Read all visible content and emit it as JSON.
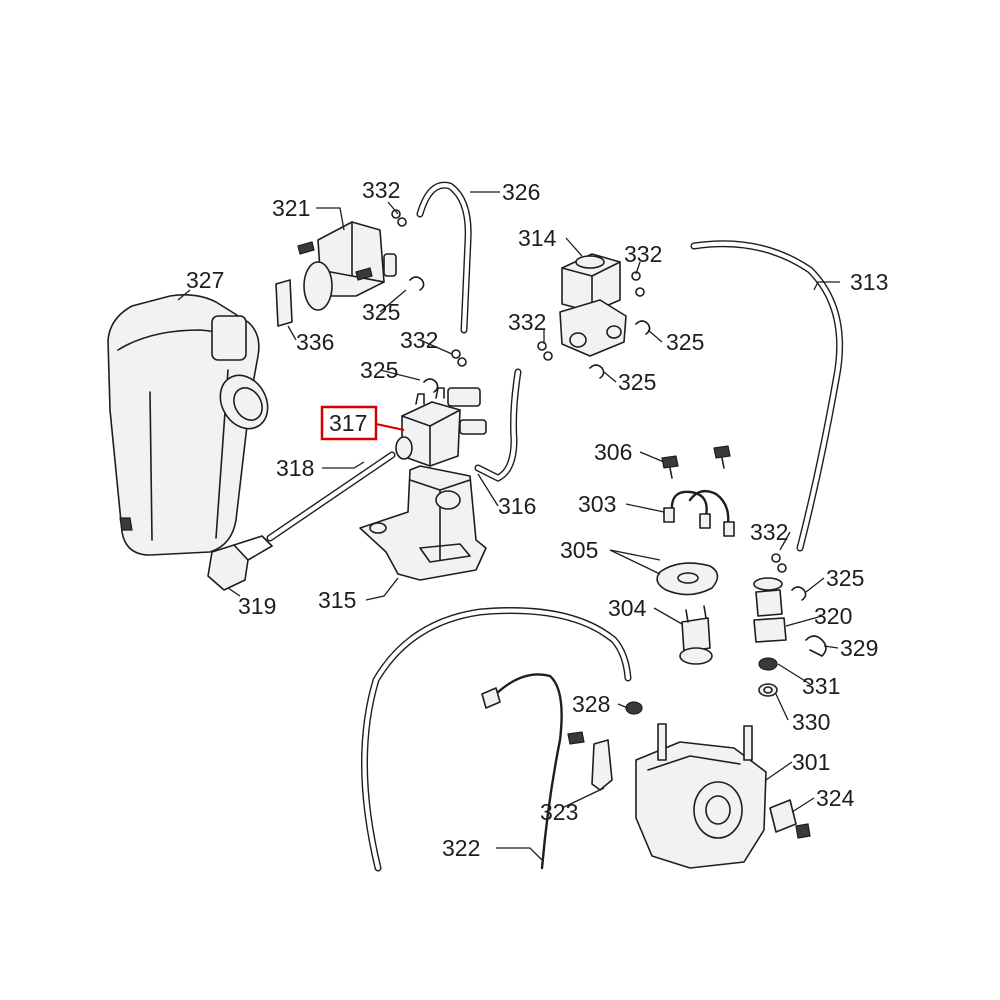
{
  "diagram": {
    "highlight_color": "#d40000",
    "highlighted_callout": "317",
    "callouts": {
      "c301": "301",
      "c303": "303",
      "c304": "304",
      "c305": "305",
      "c306": "306",
      "c313": "313",
      "c314": "314",
      "c315": "315",
      "c316": "316",
      "c317": "317",
      "c318": "318",
      "c319": "319",
      "c320": "320",
      "c321": "321",
      "c322": "322",
      "c323": "323",
      "c324": "324",
      "c325a": "325",
      "c325b": "325",
      "c325c": "325",
      "c325d": "325",
      "c325e": "325",
      "c326": "326",
      "c327": "327",
      "c328": "328",
      "c329": "329",
      "c330": "330",
      "c331": "331",
      "c332a": "332",
      "c332b": "332",
      "c332c": "332",
      "c332d": "332",
      "c332e": "332",
      "c336": "336"
    }
  }
}
